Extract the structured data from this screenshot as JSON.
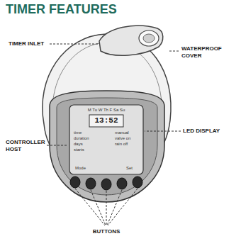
{
  "diagram": {
    "title": "TIMER FEATURES",
    "labels": [
      "TIMER INLET",
      "WATERPROOF COVER",
      "LED DISPLAY",
      "CONTROLLER HOST",
      "BUTTONS",
      "M Tu W Th F Sa Su",
      "13:52",
      "time",
      "duration",
      "days",
      "starts",
      "manual",
      "valve on",
      "rain off",
      "Mode",
      "Set"
    ]
  }
}
